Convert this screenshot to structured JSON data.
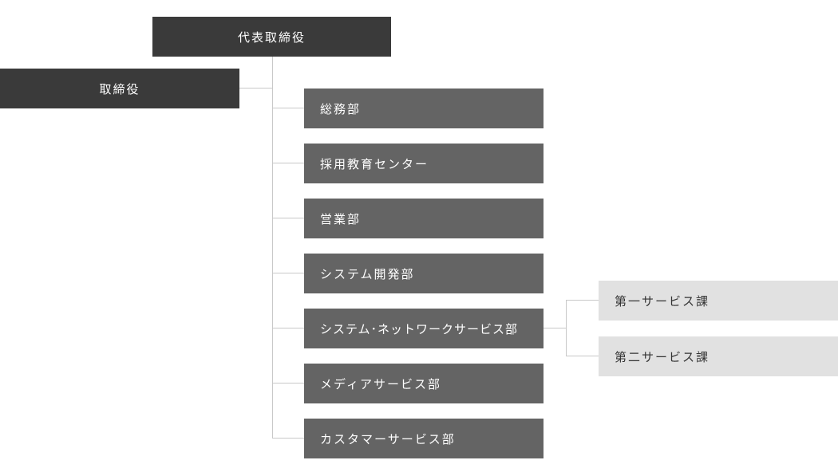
{
  "org_chart": {
    "top": "代表取締役",
    "director": "取締役",
    "departments": [
      "総務部",
      "採用教育センター",
      "営業部",
      "システム開発部",
      "システム･ネットワークサービス部",
      "メディアサービス部",
      "カスタマーサービス部"
    ],
    "sub_sections": [
      "第一サービス課",
      "第二サービス課"
    ]
  }
}
